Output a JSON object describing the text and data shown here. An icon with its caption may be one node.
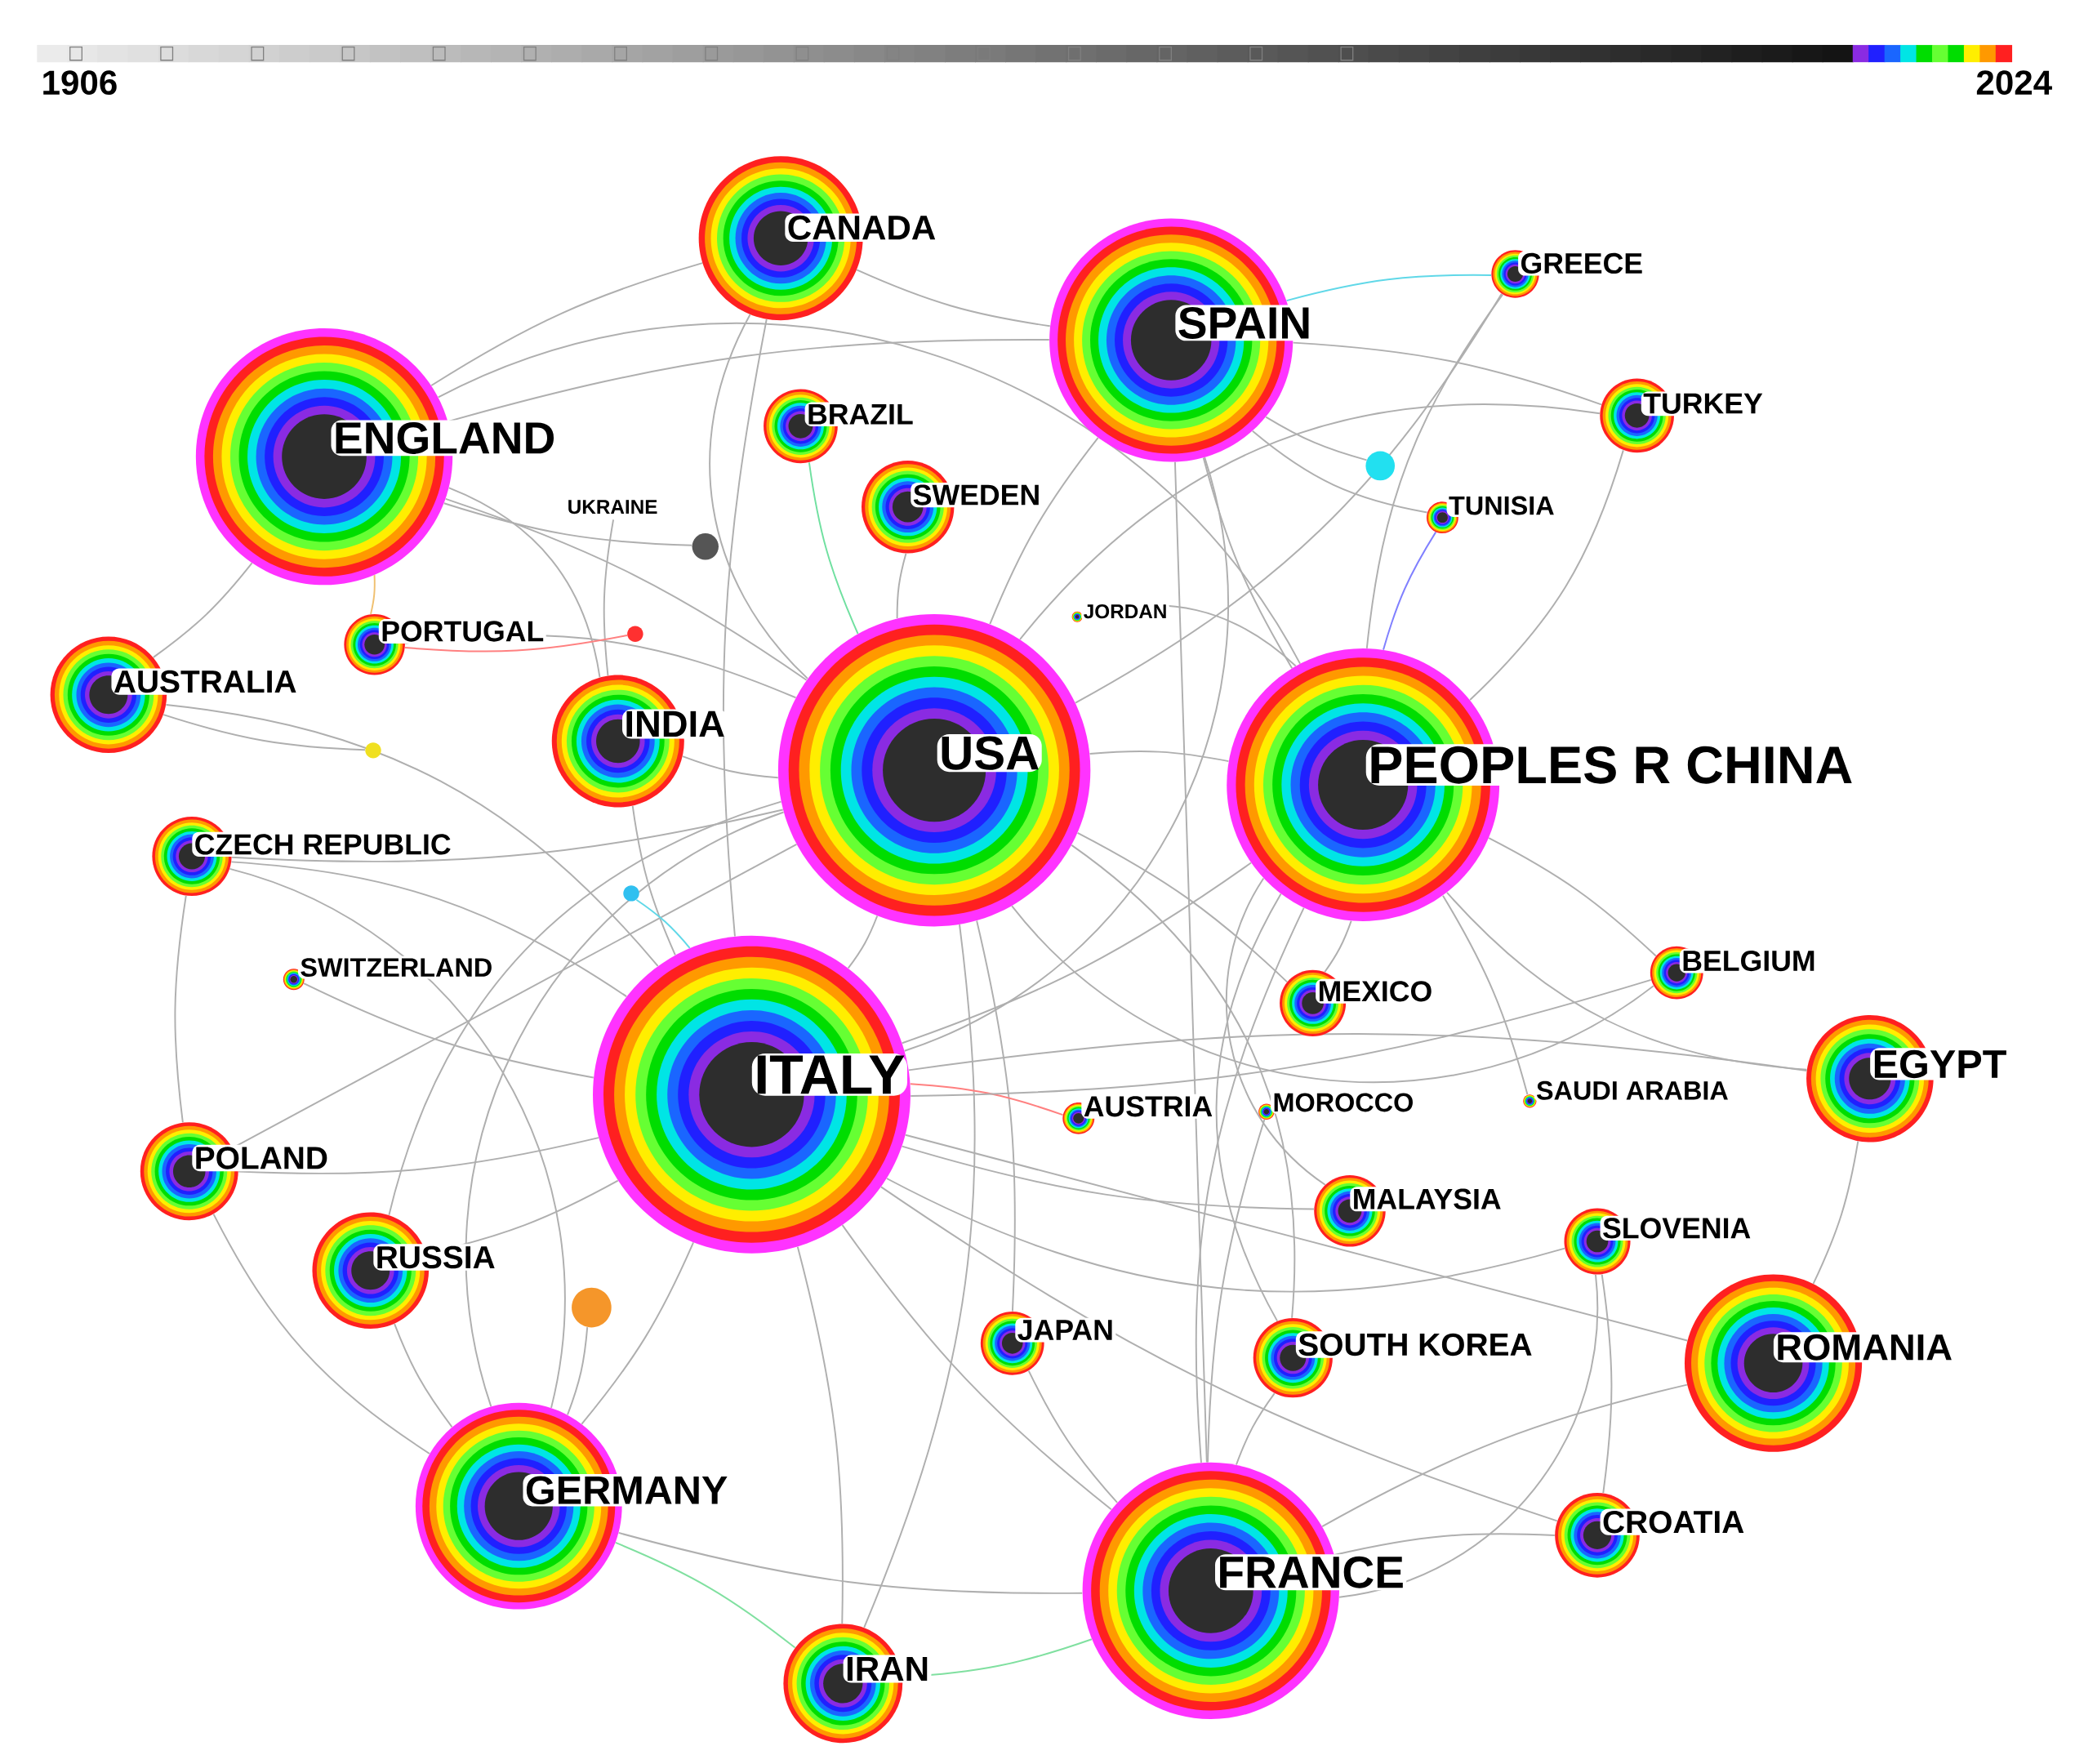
{
  "diagram": {
    "nodes": [
      {
        "text": [
          "CANADA"
        ]
      },
      {
        "text": [
          "SPAIN"
        ]
      },
      {
        "text": [
          "GREECE"
        ]
      },
      {
        "text": [
          "ENGLAND"
        ]
      },
      {
        "text": [
          "BRAZIL"
        ]
      },
      {
        "text": [
          "TURKEY"
        ]
      },
      {
        "text": [
          "UKRAINE"
        ]
      },
      {
        "text": [
          "SWEDEN"
        ]
      },
      {
        "text": [
          "TUNISIA"
        ]
      },
      {
        "text": [
          "JORDAN"
        ]
      },
      {
        "text": [
          "PORTUGAL"
        ]
      },
      {
        "text": [
          "AUSTRALIA"
        ]
      },
      {
        "text": [
          "INDIA"
        ]
      },
      {
        "text": [
          "USA"
        ]
      },
      {
        "text": [
          "PEOPLES R CHINA"
        ]
      },
      {
        "text": [
          "CZECH REPUBLIC"
        ]
      },
      {
        "text": [
          "SWITZERLAND"
        ]
      },
      {
        "text": [
          "BELGIUM"
        ]
      },
      {
        "text": [
          "MEXICO"
        ]
      },
      {
        "text": [
          "ITALY"
        ]
      },
      {
        "text": [
          "EGYPT"
        ]
      },
      {
        "text": [
          "AUSTRIA"
        ]
      },
      {
        "text": [
          "MOROCCO"
        ]
      },
      {
        "text": [
          "SAUDI ARABIA"
        ]
      },
      {
        "text": [
          "POLAND"
        ]
      },
      {
        "text": [
          "MALAYSIA"
        ]
      },
      {
        "text": [
          "SLOVENIA"
        ]
      },
      {
        "text": [
          "RUSSIA"
        ]
      },
      {
        "text": [
          "JAPAN"
        ]
      },
      {
        "text": [
          "SOUTH KOREA"
        ]
      },
      {
        "text": [
          "ROMANIA"
        ]
      },
      {
        "text": [
          "GERMANY"
        ]
      },
      {
        "text": [
          "FRANCE"
        ]
      },
      {
        "text": [
          "CROATIA"
        ]
      },
      {
        "text": [
          "IRAN"
        ]
      },
      {
        "text": [],
        "shape": "circle"
      },
      {
        "text": [],
        "shape": "circle"
      },
      {
        "text": [],
        "shape": "circle"
      },
      {
        "text": [],
        "shape": "circle"
      },
      {
        "text": [],
        "shape": "circle"
      },
      {
        "text": [],
        "shape": "circle"
      }
    ],
    "edges": [
      {
        "from": 13,
        "to": 0,
        "arrow": "none"
      },
      {
        "from": 13,
        "to": 1,
        "arrow": "none"
      },
      {
        "from": 13,
        "to": 3,
        "arrow": "none"
      },
      {
        "from": 13,
        "to": 4,
        "arrow": "none",
        "color": "#70e0a0"
      },
      {
        "from": 13,
        "to": 7,
        "arrow": "none"
      },
      {
        "from": 13,
        "to": 10,
        "arrow": "none"
      },
      {
        "from": 13,
        "to": 12,
        "arrow": "none"
      },
      {
        "from": 13,
        "to": 14,
        "arrow": "none"
      },
      {
        "from": 13,
        "to": 15,
        "arrow": "none"
      },
      {
        "from": 13,
        "to": 17,
        "arrow": "none"
      },
      {
        "from": 13,
        "to": 18,
        "arrow": "none"
      },
      {
        "from": 13,
        "to": 19,
        "arrow": "none"
      },
      {
        "from": 13,
        "to": 24,
        "arrow": "none"
      },
      {
        "from": 13,
        "to": 27,
        "arrow": "none"
      },
      {
        "from": 13,
        "to": 28,
        "arrow": "none"
      },
      {
        "from": 13,
        "to": 29,
        "arrow": "none"
      },
      {
        "from": 13,
        "to": 31,
        "arrow": "none"
      },
      {
        "from": 13,
        "to": 34,
        "arrow": "none"
      },
      {
        "from": 13,
        "to": 2,
        "arrow": "none"
      },
      {
        "from": 13,
        "to": 5,
        "arrow": "none"
      },
      {
        "from": 19,
        "to": 0,
        "arrow": "none"
      },
      {
        "from": 19,
        "to": 1,
        "arrow": "none"
      },
      {
        "from": 19,
        "to": 11,
        "arrow": "none"
      },
      {
        "from": 19,
        "to": 12,
        "arrow": "none"
      },
      {
        "from": 19,
        "to": 14,
        "arrow": "none"
      },
      {
        "from": 19,
        "to": 15,
        "arrow": "none"
      },
      {
        "from": 19,
        "to": 16,
        "arrow": "none"
      },
      {
        "from": 19,
        "to": 20,
        "arrow": "none"
      },
      {
        "from": 19,
        "to": 21,
        "arrow": "none",
        "color": "#ff8080"
      },
      {
        "from": 19,
        "to": 24,
        "arrow": "none"
      },
      {
        "from": 19,
        "to": 25,
        "arrow": "none"
      },
      {
        "from": 19,
        "to": 26,
        "arrow": "none"
      },
      {
        "from": 19,
        "to": 27,
        "arrow": "none"
      },
      {
        "from": 19,
        "to": 30,
        "arrow": "none"
      },
      {
        "from": 19,
        "to": 31,
        "arrow": "none"
      },
      {
        "from": 19,
        "to": 32,
        "arrow": "none"
      },
      {
        "from": 19,
        "to": 33,
        "arrow": "none"
      },
      {
        "from": 19,
        "to": 34,
        "arrow": "none"
      },
      {
        "from": 19,
        "to": 17,
        "arrow": "none"
      },
      {
        "from": 14,
        "to": 1,
        "arrow": "none"
      },
      {
        "from": 14,
        "to": 2,
        "arrow": "none"
      },
      {
        "from": 14,
        "to": 5,
        "arrow": "none"
      },
      {
        "from": 14,
        "to": 8,
        "arrow": "none",
        "color": "#8080ff"
      },
      {
        "from": 14,
        "to": 17,
        "arrow": "none"
      },
      {
        "from": 14,
        "to": 18,
        "arrow": "none"
      },
      {
        "from": 14,
        "to": 20,
        "arrow": "none"
      },
      {
        "from": 14,
        "to": 23,
        "arrow": "none"
      },
      {
        "from": 14,
        "to": 25,
        "arrow": "none"
      },
      {
        "from": 14,
        "to": 29,
        "arrow": "none"
      },
      {
        "from": 14,
        "to": 32,
        "arrow": "none"
      },
      {
        "from": 14,
        "to": 3,
        "arrow": "none"
      },
      {
        "from": 3,
        "to": 11,
        "arrow": "none"
      },
      {
        "from": 3,
        "to": 12,
        "arrow": "none"
      },
      {
        "from": 3,
        "to": 10,
        "arrow": "none",
        "color": "#f0c070"
      },
      {
        "from": 3,
        "to": 35,
        "arrow": "none"
      },
      {
        "from": 3,
        "to": 1,
        "arrow": "none"
      },
      {
        "from": 3,
        "to": 0,
        "arrow": "none"
      },
      {
        "from": 1,
        "to": 2,
        "arrow": "none",
        "color": "#60d8e8"
      },
      {
        "from": 1,
        "to": 5,
        "arrow": "none"
      },
      {
        "from": 1,
        "to": 8,
        "arrow": "none"
      },
      {
        "from": 1,
        "to": 0,
        "arrow": "none"
      },
      {
        "from": 1,
        "to": 32,
        "arrow": "none"
      },
      {
        "from": 32,
        "to": 31,
        "arrow": "none"
      },
      {
        "from": 32,
        "to": 34,
        "arrow": "none",
        "color": "#80e0a0"
      },
      {
        "from": 32,
        "to": 28,
        "arrow": "none"
      },
      {
        "from": 32,
        "to": 30,
        "arrow": "none"
      },
      {
        "from": 32,
        "to": 33,
        "arrow": "none"
      },
      {
        "from": 32,
        "to": 29,
        "arrow": "none"
      },
      {
        "from": 32,
        "to": 26,
        "arrow": "none"
      },
      {
        "from": 32,
        "to": 22,
        "arrow": "none"
      },
      {
        "from": 31,
        "to": 24,
        "arrow": "none"
      },
      {
        "from": 31,
        "to": 27,
        "arrow": "none"
      },
      {
        "from": 31,
        "to": 34,
        "arrow": "none",
        "color": "#80e0a0"
      },
      {
        "from": 31,
        "to": 15,
        "arrow": "none"
      },
      {
        "from": 20,
        "to": 30,
        "arrow": "none"
      },
      {
        "from": 26,
        "to": 33,
        "arrow": "none"
      },
      {
        "from": 24,
        "to": 15,
        "arrow": "none"
      },
      {
        "from": 6,
        "to": 12,
        "arrow": "none"
      },
      {
        "from": 9,
        "to": 14,
        "arrow": "none"
      },
      {
        "from": 36,
        "to": 1,
        "arrow": "none"
      },
      {
        "from": 37,
        "to": 10,
        "arrow": "none",
        "color": "#ff8080"
      },
      {
        "from": 38,
        "to": 11,
        "arrow": "none"
      },
      {
        "from": 39,
        "to": 19,
        "arrow": "none",
        "color": "#60d8e8"
      },
      {
        "from": 40,
        "to": 31,
        "arrow": "none"
      }
    ],
    "labels": [
      "1906",
      "2024"
    ]
  }
}
